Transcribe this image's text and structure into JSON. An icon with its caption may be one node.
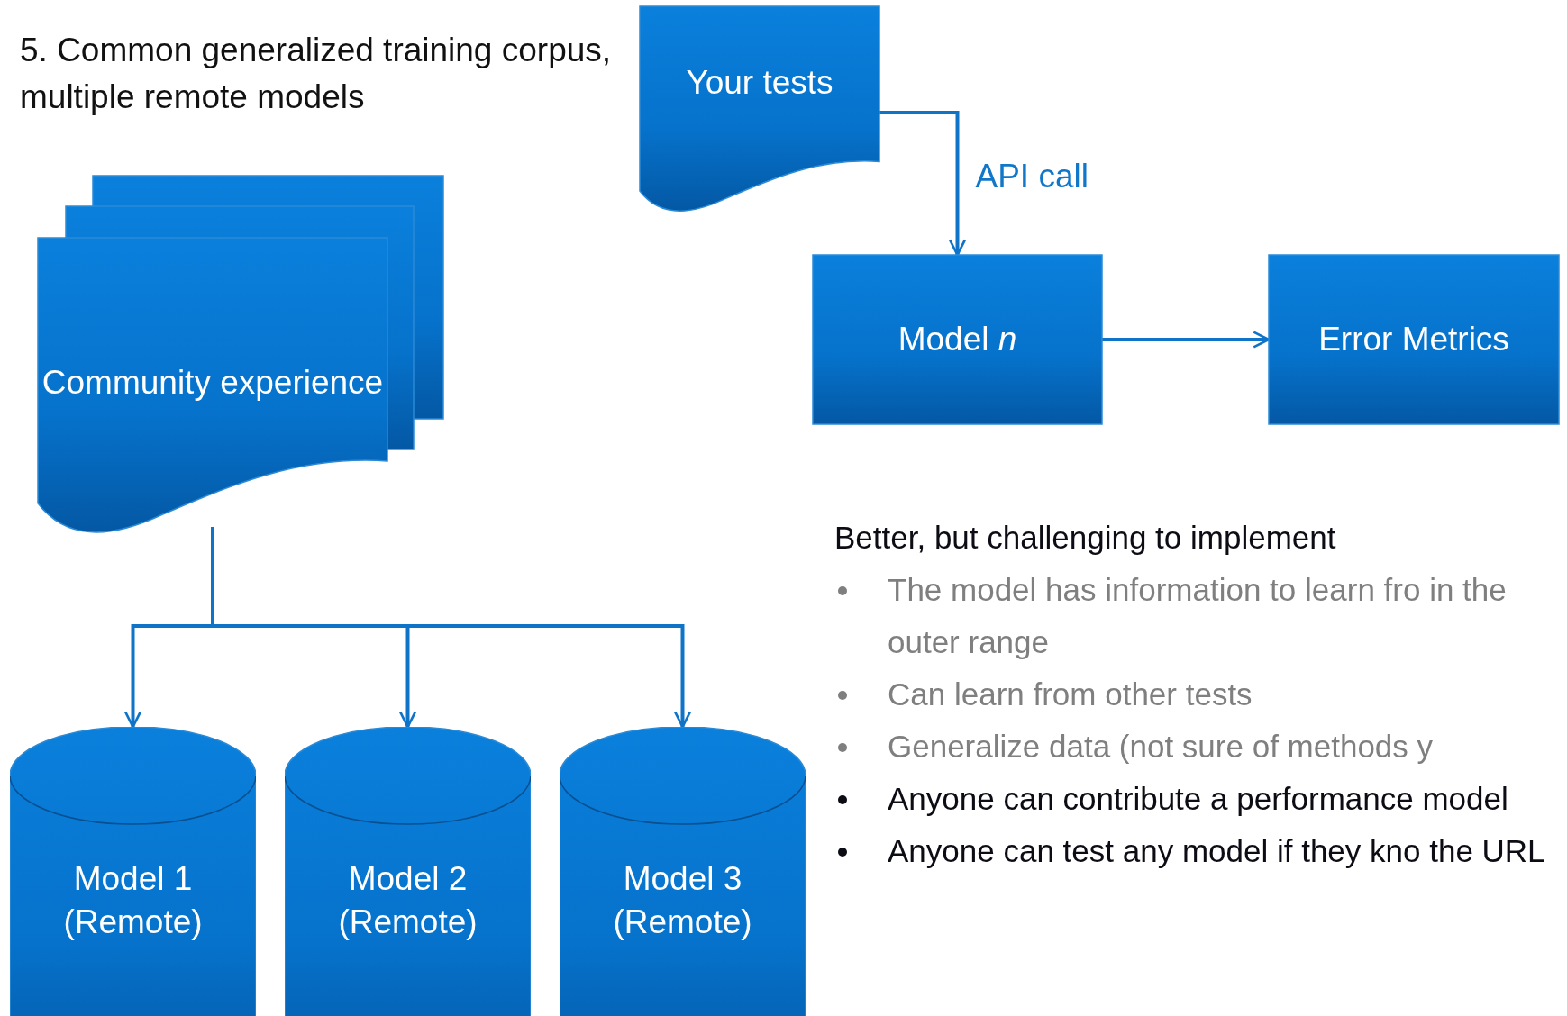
{
  "diagram": {
    "title": "5. Common generalized training corpus, multiple remote models",
    "nodes": [
      {
        "text": [
          "Your tests"
        ]
      },
      {
        "text": [
          "Model *n*"
        ]
      },
      {
        "text": [
          "Error Metrics"
        ]
      },
      {
        "text": [
          "Community experience"
        ]
      },
      {
        "text": [
          "Model 1 (Remote)"
        ]
      },
      {
        "text": [
          "Model 2 (Remote)"
        ]
      },
      {
        "text": [
          "Model 3 (Remote)"
        ]
      }
    ],
    "edges": [
      {
        "from": 0,
        "to": 1,
        "arrow": "to",
        "label": "API call"
      },
      {
        "from": 1,
        "to": 2,
        "arrow": "to"
      },
      {
        "from": 3,
        "to": 4,
        "arrow": "to"
      },
      {
        "from": 3,
        "to": 5,
        "arrow": "to"
      },
      {
        "from": 3,
        "to": 6,
        "arrow": "to"
      }
    ],
    "labels": [
      "Better, but challenging to implement",
      "The model has information to learn fro in the outer range",
      "Can learn from other tests",
      "Generalize data (not sure of methods y",
      "Anyone can contribute a performance model",
      "Anyone can test any model if they kno the URL"
    ]
  }
}
